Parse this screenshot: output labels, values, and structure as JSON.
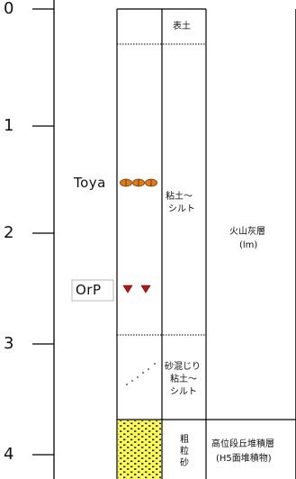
{
  "depth_scale": {
    "ticks": [
      "0",
      "1",
      "2",
      "3",
      "4"
    ]
  },
  "markers": {
    "toya": "Toya",
    "orp": "OrP"
  },
  "column_texts": {
    "surface_soil": "表土",
    "clay_silt": [
      "粘土～",
      "シルト"
    ],
    "sandy_clay_silt": [
      "砂混じり",
      "粘土～",
      "シルト"
    ],
    "coarse_sand": [
      "粗",
      "粒",
      "砂"
    ]
  },
  "formations": {
    "volcanic_ash": "火山灰層",
    "volcanic_ash_code": "(lm)",
    "terrace": "高位段丘堆積層",
    "terrace_code": "(H5面堆積物)"
  },
  "colors": {
    "line": "#000000",
    "toya_fill": "#e07b1a",
    "orp_fill": "#b81414",
    "sand_fill": "#ffff55"
  }
}
